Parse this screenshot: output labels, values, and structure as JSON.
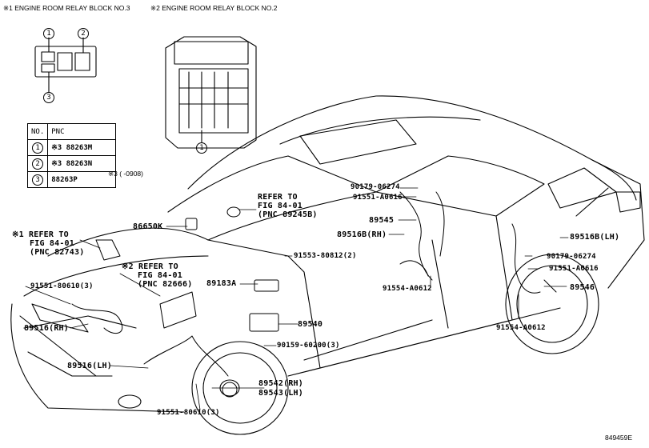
{
  "headers": {
    "block3": "※1 ENGINE ROOM RELAY BLOCK NO.3",
    "block2": "※2 ENGINE ROOM RELAY BLOCK NO.2"
  },
  "relay_block3_callouts": [
    "1",
    "2",
    "3"
  ],
  "relay_block2_callout": "1",
  "pnc_table": {
    "col_no": "NO.",
    "col_pnc": "PNC",
    "rows": [
      {
        "no": "1",
        "pnc": "※3 88263M"
      },
      {
        "no": "2",
        "pnc": "※3 88263N"
      },
      {
        "no": "3",
        "pnc": "88263P"
      }
    ]
  },
  "date_note": "※3 ( -0908)",
  "labels": {
    "refer_89245b": [
      "REFER TO",
      "FIG 84-01",
      "(PNC 89245B)"
    ],
    "p86650k": "86650K",
    "refer_82743": [
      "※1 REFER TO",
      "FIG 84-01",
      "(PNC 82743)"
    ],
    "refer_82666": [
      "※2 REFER TO",
      "FIG 84-01",
      "(PNC 82666)"
    ],
    "p91551_80610_top": "91551-80610(3)",
    "p89183a": "89183A",
    "p89516rh_front": "89516(RH)",
    "p89540": "89540",
    "p90159": "90159-60200(3)",
    "p89516lh_front": "89516(LH)",
    "p89542": "89542(RH)",
    "p89543": "89543(LH)",
    "p91551_80610_bottom": "91551-80610(3)",
    "p90179_left": "90179-06274",
    "p91551_a0616_left": "91551-A0616",
    "p89545": "89545",
    "p89516b_rh": "89516B(RH)",
    "p91553": "91553-80812(2)",
    "p91554_left": "91554-A0612",
    "p89516b_lh": "89516B(LH)",
    "p90179_right": "90179-06274",
    "p91551_a0616_right": "91551-A0616",
    "p89546": "89546",
    "p91554_right": "91554-A0612"
  },
  "figure_id": "849459E"
}
